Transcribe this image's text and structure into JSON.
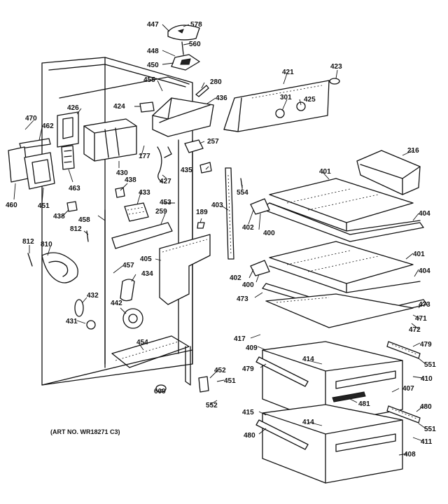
{
  "diagram": {
    "art_number": "(ART NO. WR18271 C3)",
    "callouts": {
      "c447": "447",
      "c578": "578",
      "c448": "448",
      "c560": "560",
      "c450": "450",
      "c455": "455",
      "c421": "421",
      "c423": "423",
      "c280": "280",
      "c436": "436",
      "c301": "301",
      "c425": "425",
      "c426": "426",
      "c424": "424",
      "c470": "470",
      "c462": "462",
      "c177": "177",
      "c257": "257",
      "c216": "216",
      "c430": "430",
      "c427": "427",
      "c435": "435",
      "c463": "463",
      "c438a": "438",
      "c554": "554",
      "c401a": "401",
      "c433": "433",
      "c460": "460",
      "c451a": "451",
      "c438b": "438",
      "c453": "453",
      "c403": "403",
      "c259": "259",
      "c458": "458",
      "c189": "189",
      "c402a": "402",
      "c404a": "404",
      "c812a": "812",
      "c400a": "400",
      "c812b": "812",
      "c810": "810",
      "c405": "405",
      "c401b": "401",
      "c457": "457",
      "c434": "434",
      "c402b": "402",
      "c404b": "404",
      "c400b": "400",
      "c432": "432",
      "c473a": "473",
      "c442": "442",
      "c473b": "473",
      "c431": "431",
      "c471": "471",
      "c472": "472",
      "c417": "417",
      "c454": "454",
      "c479a": "479",
      "c409": "409",
      "c414a": "414",
      "c551a": "551",
      "c479b": "479",
      "c410": "410",
      "c452": "452",
      "c451b": "451",
      "c407": "407",
      "c609": "609",
      "c481": "481",
      "c552": "552",
      "c415": "415",
      "c480a": "480",
      "c414b": "414",
      "c551b": "551",
      "c480b": "480",
      "c411": "411",
      "c408": "408"
    }
  }
}
